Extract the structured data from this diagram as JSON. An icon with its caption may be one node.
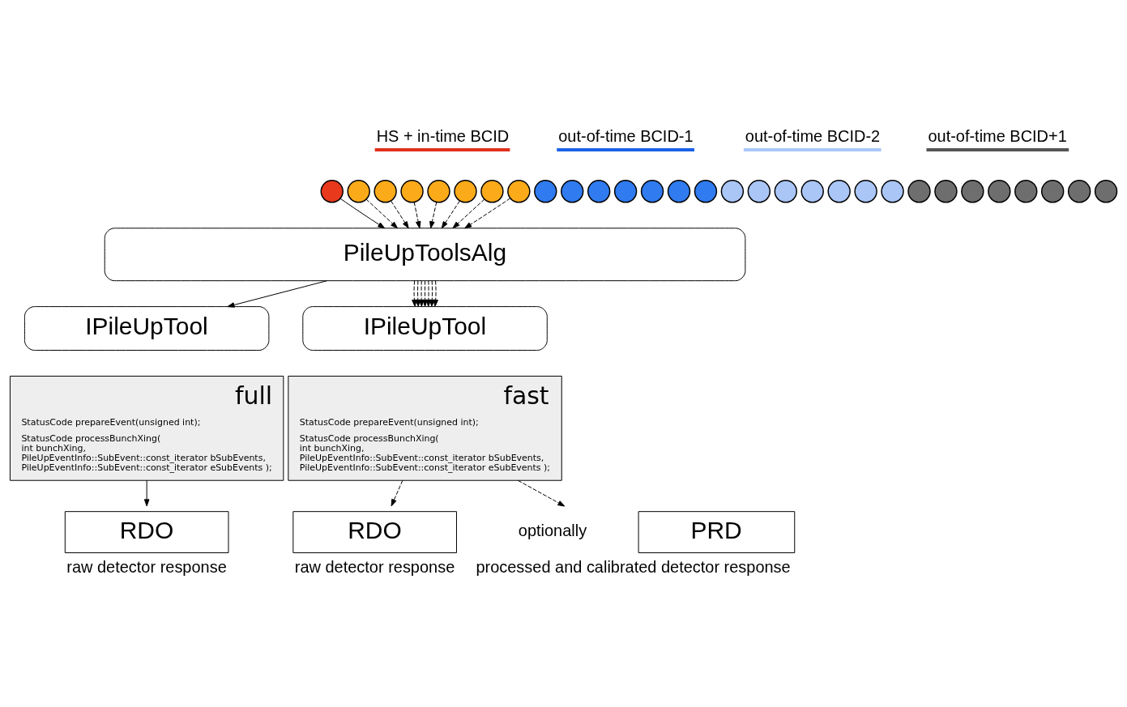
{
  "diagram": {
    "nodes": [
      {
        "text": [],
        "shape": "circle"
      },
      {
        "text": [],
        "shape": "circle"
      },
      {
        "text": [],
        "shape": "circle"
      },
      {
        "text": [],
        "shape": "circle"
      },
      {
        "text": [],
        "shape": "circle"
      },
      {
        "text": [],
        "shape": "circle"
      },
      {
        "text": [],
        "shape": "circle"
      },
      {
        "text": [],
        "shape": "circle"
      },
      {
        "text": [],
        "shape": "circle"
      },
      {
        "text": [],
        "shape": "circle"
      },
      {
        "text": [],
        "shape": "circle"
      },
      {
        "text": [],
        "shape": "circle"
      },
      {
        "text": [],
        "shape": "circle"
      },
      {
        "text": [],
        "shape": "circle"
      },
      {
        "text": [],
        "shape": "circle"
      },
      {
        "text": [],
        "shape": "circle"
      },
      {
        "text": [],
        "shape": "circle"
      },
      {
        "text": [],
        "shape": "circle"
      },
      {
        "text": [],
        "shape": "circle"
      },
      {
        "text": [],
        "shape": "circle"
      },
      {
        "text": [],
        "shape": "circle"
      },
      {
        "text": [],
        "shape": "circle"
      },
      {
        "text": [],
        "shape": "circle"
      },
      {
        "text": [],
        "shape": "circle"
      },
      {
        "text": [],
        "shape": "circle"
      },
      {
        "text": [],
        "shape": "circle"
      },
      {
        "text": [],
        "shape": "circle"
      },
      {
        "text": [],
        "shape": "circle"
      },
      {
        "text": [],
        "shape": "circle"
      },
      {
        "text": [],
        "shape": "circle"
      },
      {
        "text": [
          "PileUpToolsAlg"
        ]
      },
      {
        "text": [
          "IPileUpTool"
        ]
      },
      {
        "text": [
          "full",
          "StatusCode prepareEvent(unsigned int);",
          "StatusCode processBunchXing( int bunchXing, PileUpEventInfo::SubEvent::const_iterator bSubEvents, PileUpEventInfo::SubEvent::const_iterator eSubEvents );"
        ]
      },
      {
        "text": [
          "IPileUpTool"
        ]
      },
      {
        "text": [
          "fast",
          "StatusCode prepareEvent(unsigned int);",
          "StatusCode processBunchXing( int bunchXing, PileUpEventInfo::SubEvent::const_iterator bSubEvents, PileUpEventInfo::SubEvent::const_iterator eSubEvents );"
        ]
      },
      {
        "text": [
          "RDO"
        ],
        "beside": [
          "raw detector response"
        ]
      },
      {
        "text": [
          "RDO"
        ],
        "beside": [
          "raw detector response"
        ]
      },
      {
        "text": [
          "PRD"
        ],
        "beside": [
          "optionally",
          "processed and calibrated detector response"
        ]
      }
    ],
    "edges": [
      {
        "from": 0,
        "to": 30,
        "arrow": "to"
      },
      {
        "from": 1,
        "to": 30,
        "arrow": "to",
        "style": "dashed"
      },
      {
        "from": 2,
        "to": 30,
        "arrow": "to",
        "style": "dashed"
      },
      {
        "from": 3,
        "to": 30,
        "arrow": "to",
        "style": "dashed"
      },
      {
        "from": 4,
        "to": 30,
        "arrow": "to",
        "style": "dashed"
      },
      {
        "from": 5,
        "to": 30,
        "arrow": "to",
        "style": "dashed"
      },
      {
        "from": 6,
        "to": 30,
        "arrow": "to",
        "style": "dashed"
      },
      {
        "from": 7,
        "to": 30,
        "arrow": "to",
        "style": "dashed"
      },
      {
        "from": 30,
        "to": 31,
        "arrow": "to"
      },
      {
        "from": 30,
        "to": 33,
        "arrow": "to",
        "style": "dashed"
      },
      {
        "from": 30,
        "to": 33,
        "arrow": "to",
        "style": "dashed"
      },
      {
        "from": 30,
        "to": 33,
        "arrow": "to",
        "style": "dashed"
      },
      {
        "from": 30,
        "to": 33,
        "arrow": "to",
        "style": "dashed"
      },
      {
        "from": 30,
        "to": 33,
        "arrow": "to",
        "style": "dashed"
      },
      {
        "from": 30,
        "to": 33,
        "arrow": "to",
        "style": "dashed"
      },
      {
        "from": 30,
        "to": 33,
        "arrow": "to",
        "style": "dashed"
      },
      {
        "from": 32,
        "to": 35,
        "arrow": "to"
      },
      {
        "from": 34,
        "to": 36,
        "arrow": "to",
        "style": "dashed"
      },
      {
        "from": 34,
        "to": 37,
        "arrow": "to",
        "style": "dashed"
      }
    ],
    "labels": [
      "HS + in-time BCID",
      "out-of-time BCID-1",
      "out-of-time BCID-2",
      "out-of-time BCID+1"
    ]
  }
}
